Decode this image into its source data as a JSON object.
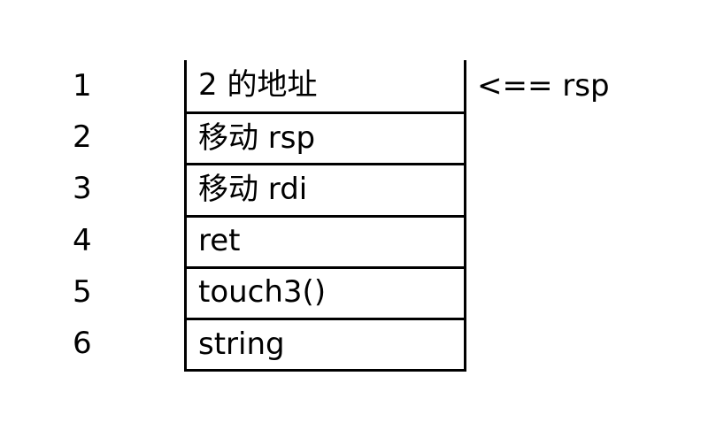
{
  "diagram": {
    "title": "stack-layout-diagram",
    "line_color": "#000000",
    "background_color": "#ffffff",
    "text_color": "#000000",
    "rows": [
      {
        "index": "1",
        "content": "2 的地址"
      },
      {
        "index": "2",
        "content": "移动 rsp"
      },
      {
        "index": "3",
        "content": "移动 rdi"
      },
      {
        "index": "4",
        "content": "ret"
      },
      {
        "index": "5",
        "content": "touch3()"
      },
      {
        "index": "6",
        "content": "string"
      }
    ],
    "annotations": {
      "rsp_pointer": "<== rsp"
    }
  }
}
